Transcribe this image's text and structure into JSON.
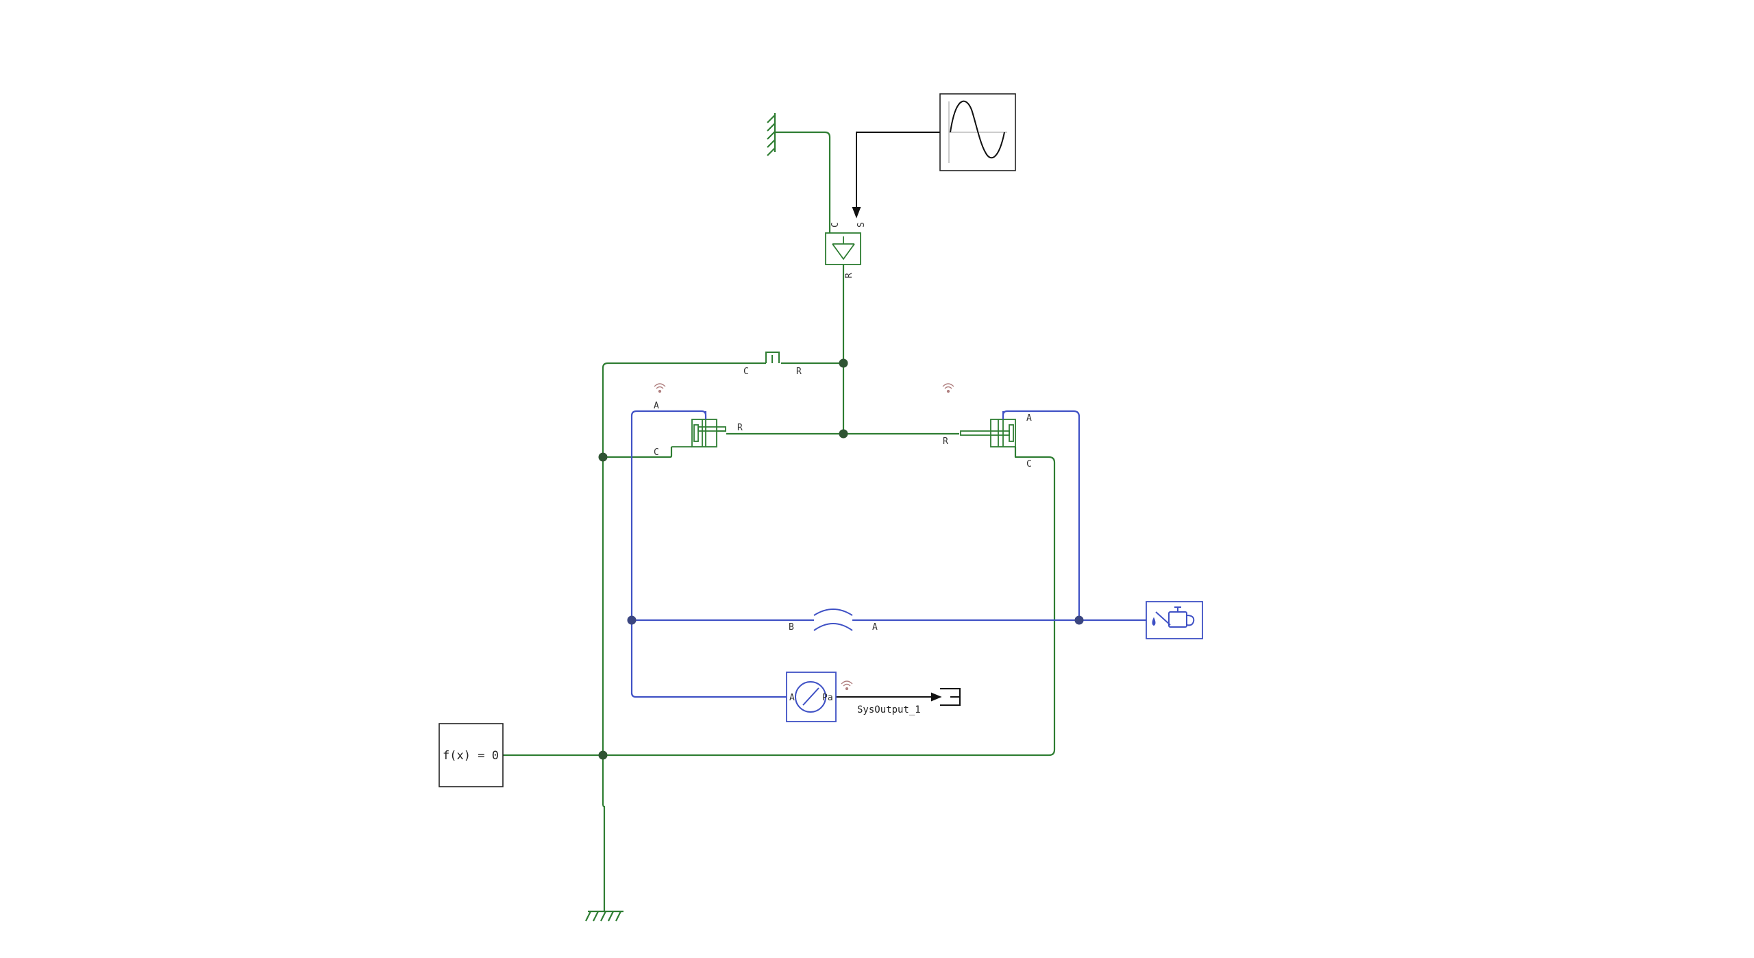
{
  "colors": {
    "mechanical": "#2e7d32",
    "hydraulic": "#3f51c5",
    "signal": "#111111",
    "node_mech": "#2f5433",
    "node_hyd": "#3b4680",
    "probe": "#b08080"
  },
  "blocks": {
    "sine_wave_source": {
      "icon": "sine-wave-icon"
    },
    "position_source": {
      "icon": "triangle-down-icon",
      "ports": {
        "c": "C",
        "s": "S",
        "r": "R"
      }
    },
    "hard_stop": {
      "ports": {
        "c": "C",
        "r": "R"
      }
    },
    "cylinder_left": {
      "ports": {
        "a": "A",
        "c": "C",
        "r": "R"
      }
    },
    "cylinder_right": {
      "ports": {
        "a": "A",
        "c": "C",
        "r": "R"
      }
    },
    "orifice": {
      "ports": {
        "b": "B",
        "a": "A"
      }
    },
    "hydraulic_fluid": {
      "icon": "oil-can-icon"
    },
    "pressure_sensor": {
      "icon": "gauge-icon",
      "ports": {
        "a": "A",
        "pa": "Pa"
      }
    },
    "solver_configuration": {
      "label": "f(x) = 0"
    },
    "output": {
      "label": "SysOutput_1"
    }
  }
}
